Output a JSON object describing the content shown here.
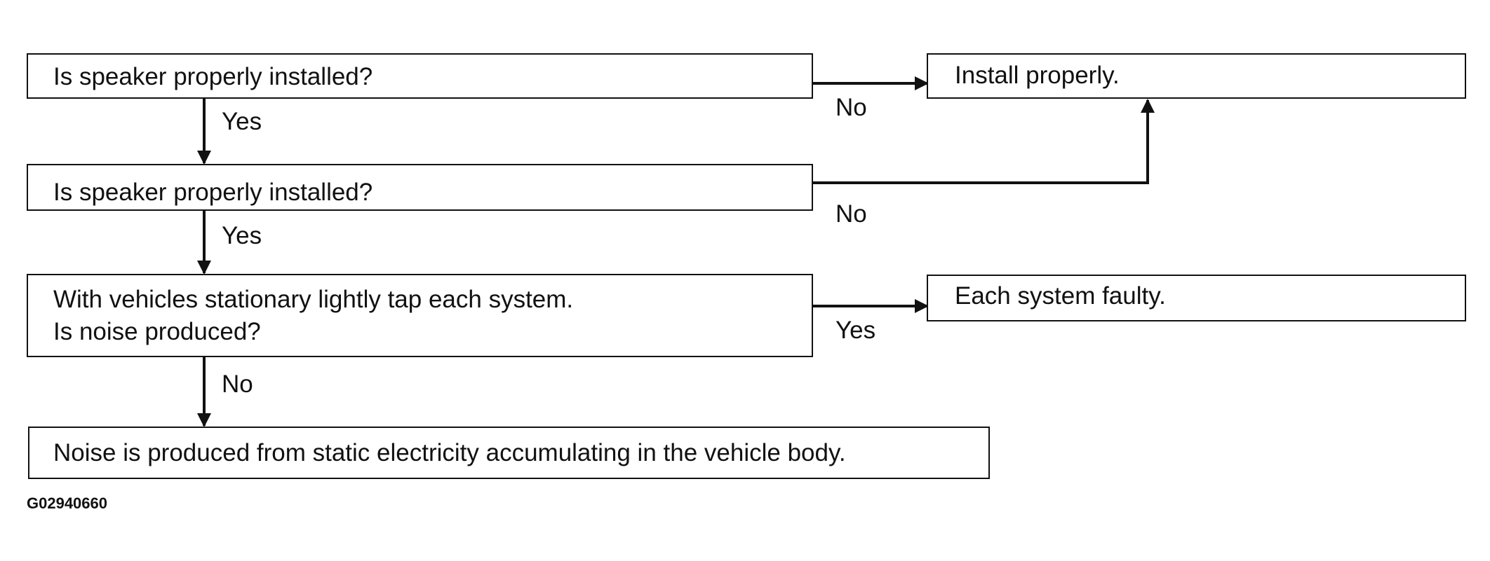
{
  "boxes": {
    "q1": "Is speaker properly installed?",
    "q2": "Is speaker properly installed?",
    "q3_line1": "With vehicles stationary lightly tap each system.",
    "q3_line2": "Is noise produced?",
    "result_install": "Install properly.",
    "result_faulty": "Each system faulty.",
    "result_static": "Noise is produced from static electricity accumulating in the vehicle body."
  },
  "edges": {
    "q1_no": "No",
    "q1_yes": "Yes",
    "q2_no": "No",
    "q2_yes": "Yes",
    "q3_yes": "Yes",
    "q3_no": "No"
  },
  "figure_code": "G02940660",
  "colors": {
    "line": "#111111",
    "background": "#ffffff"
  }
}
